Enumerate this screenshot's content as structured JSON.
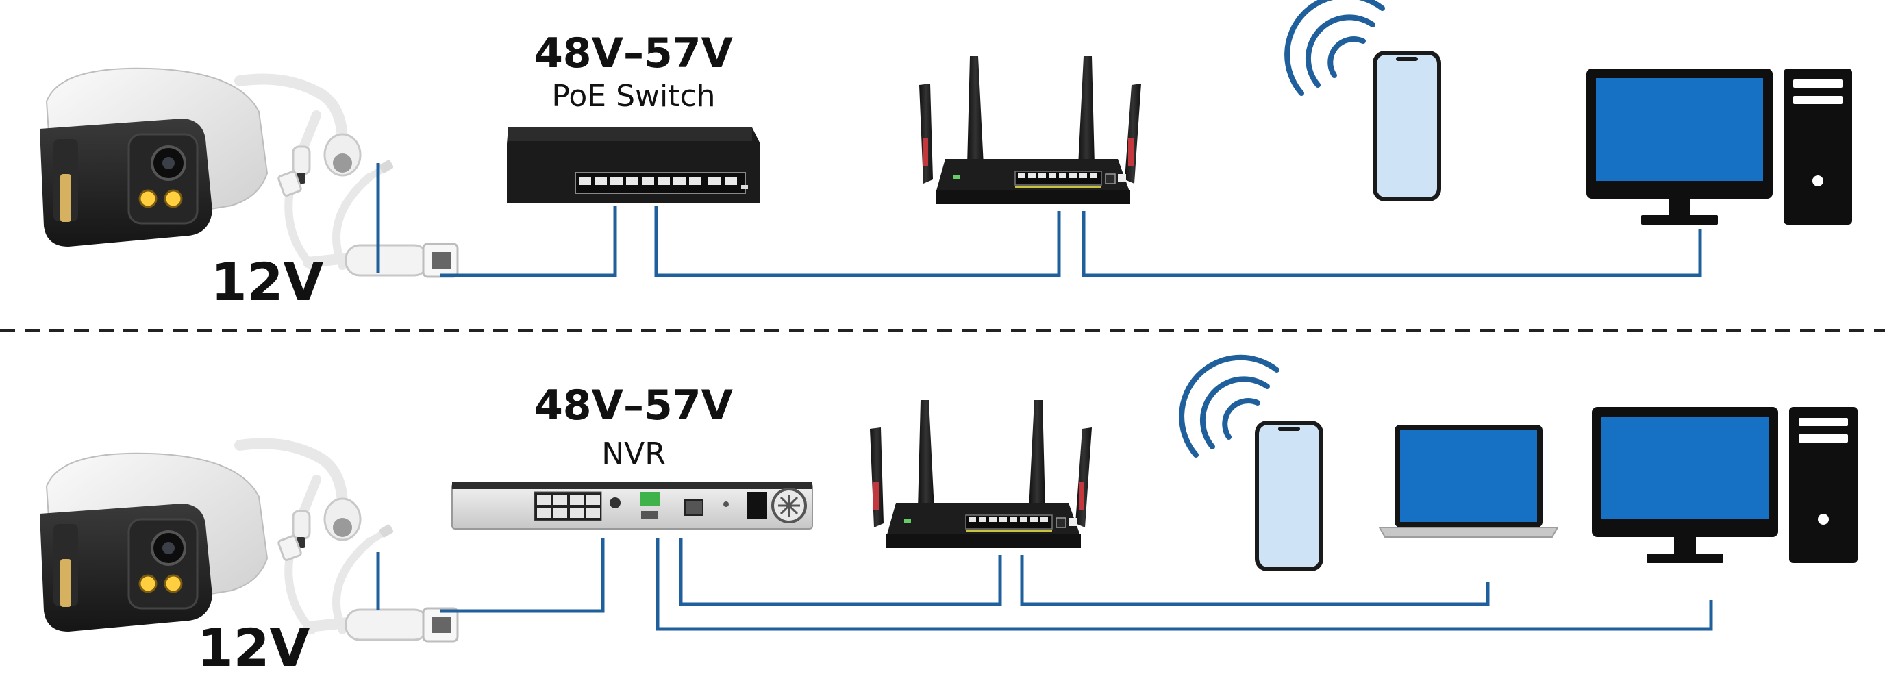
{
  "diagrams": [
    {
      "voltage": "48V–57V",
      "device": "PoE Switch",
      "camera_power": "12V"
    },
    {
      "voltage": "48V–57V",
      "device": "NVR",
      "camera_power": "12V"
    }
  ],
  "colors": {
    "cable": "#1f5f9c",
    "screen": "#1670c4",
    "phone_screen": "#cfe3f7",
    "device_body": "#1b1b1b",
    "accent_red": "#c4373d",
    "label": "#111111"
  }
}
